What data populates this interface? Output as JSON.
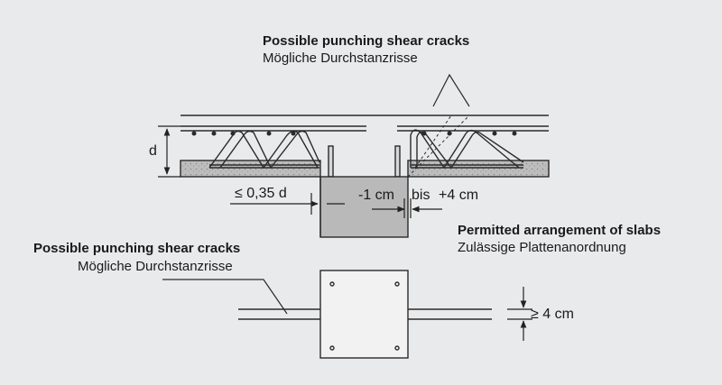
{
  "labels": {
    "cracks_top_en": "Possible punching shear cracks",
    "cracks_top_de": "Mögliche Durchstanzrisse",
    "cracks_left_en": "Possible punching shear cracks",
    "cracks_left_de": "Mögliche Durchstanzrisse",
    "permitted_en": "Permitted arrangement of slabs",
    "permitted_de": "Zulässige Plattenanordnung"
  },
  "dimensions": {
    "d": "d",
    "le_035d": "≤ 0,35 d",
    "minus1": "-1 cm",
    "bis": "bis",
    "plus4": "+4 cm",
    "ge4": "≥ 4 cm"
  },
  "colors": {
    "background": "#e9eaeb",
    "line": "#2a2a2a",
    "column": "#b9b9b9",
    "slab": "#bcbcbc"
  }
}
